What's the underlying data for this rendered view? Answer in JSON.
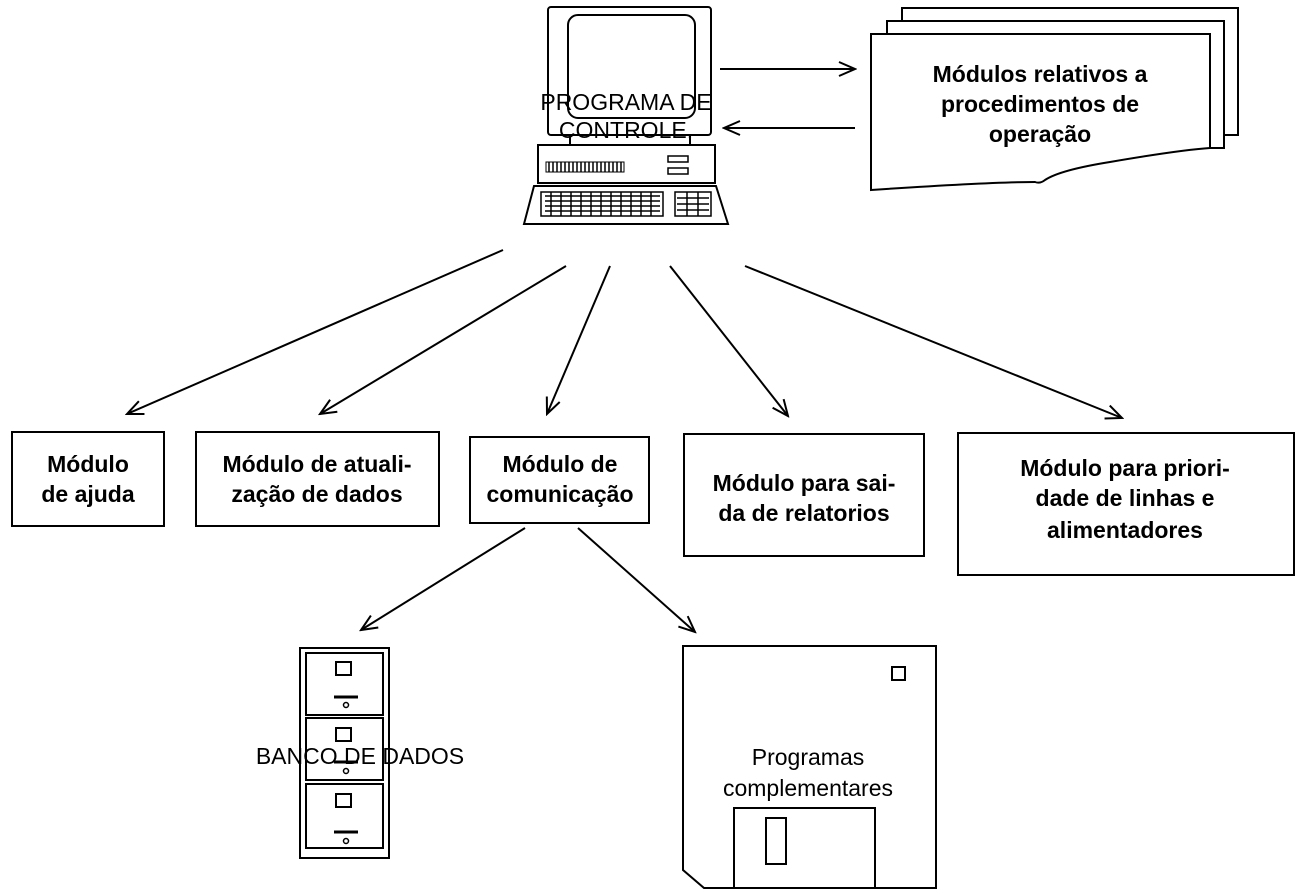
{
  "colors": {
    "ink": "#000000",
    "paper": "#ffffff"
  },
  "computer": {
    "icon": "computer-icon",
    "label_line1": "PROGRAMA DE",
    "label_line2": "CONTROLE."
  },
  "operation_pages": {
    "icon": "stacked-pages-icon",
    "line1": "Módulos relativos a",
    "line2": "procedimentos de",
    "line3": "operação"
  },
  "modules": [
    {
      "line1": "Módulo",
      "line2": "de ajuda",
      "line3": ""
    },
    {
      "line1": "Módulo de atuali-",
      "line2": "zação de dados",
      "line3": ""
    },
    {
      "line1": "Módulo de",
      "line2": "comunicação",
      "line3": ""
    },
    {
      "line1": "Módulo para sai-",
      "line2": "da de relatorios",
      "line3": ""
    },
    {
      "line1": "Módulo para priori-",
      "line2": "dade de  linhas e",
      "line3": "alimentadores"
    }
  ],
  "database": {
    "icon": "file-cabinet-icon",
    "label": "BANCO DE DADOS"
  },
  "floppy": {
    "icon": "floppy-disk-icon",
    "line1": "Programas",
    "line2": "complementares"
  }
}
